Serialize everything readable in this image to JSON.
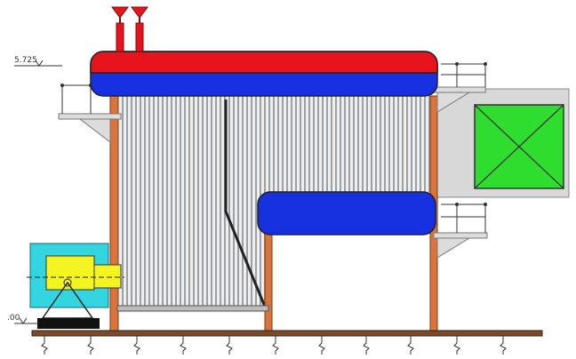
{
  "labels": {
    "upper_elevation": "5.725",
    "ground_elevation": ".00"
  },
  "colors": {
    "steam_drum_top": "#e8141c",
    "water_drum": "#1730e0",
    "column": "#d9743c",
    "tube_bank": "#9aa0a4",
    "economizer": "#2fdd2f",
    "burner_casing": "#33d6e0",
    "burner": "#f4f420",
    "steam_outlet_arrow": "#e8141c",
    "support_gray": "#cfcfcf",
    "base_beam": "#7a4a2a"
  },
  "components": [
    "steam-drum",
    "water-drum",
    "tube-bank",
    "economizer",
    "burner",
    "support-frame",
    "foundation"
  ]
}
